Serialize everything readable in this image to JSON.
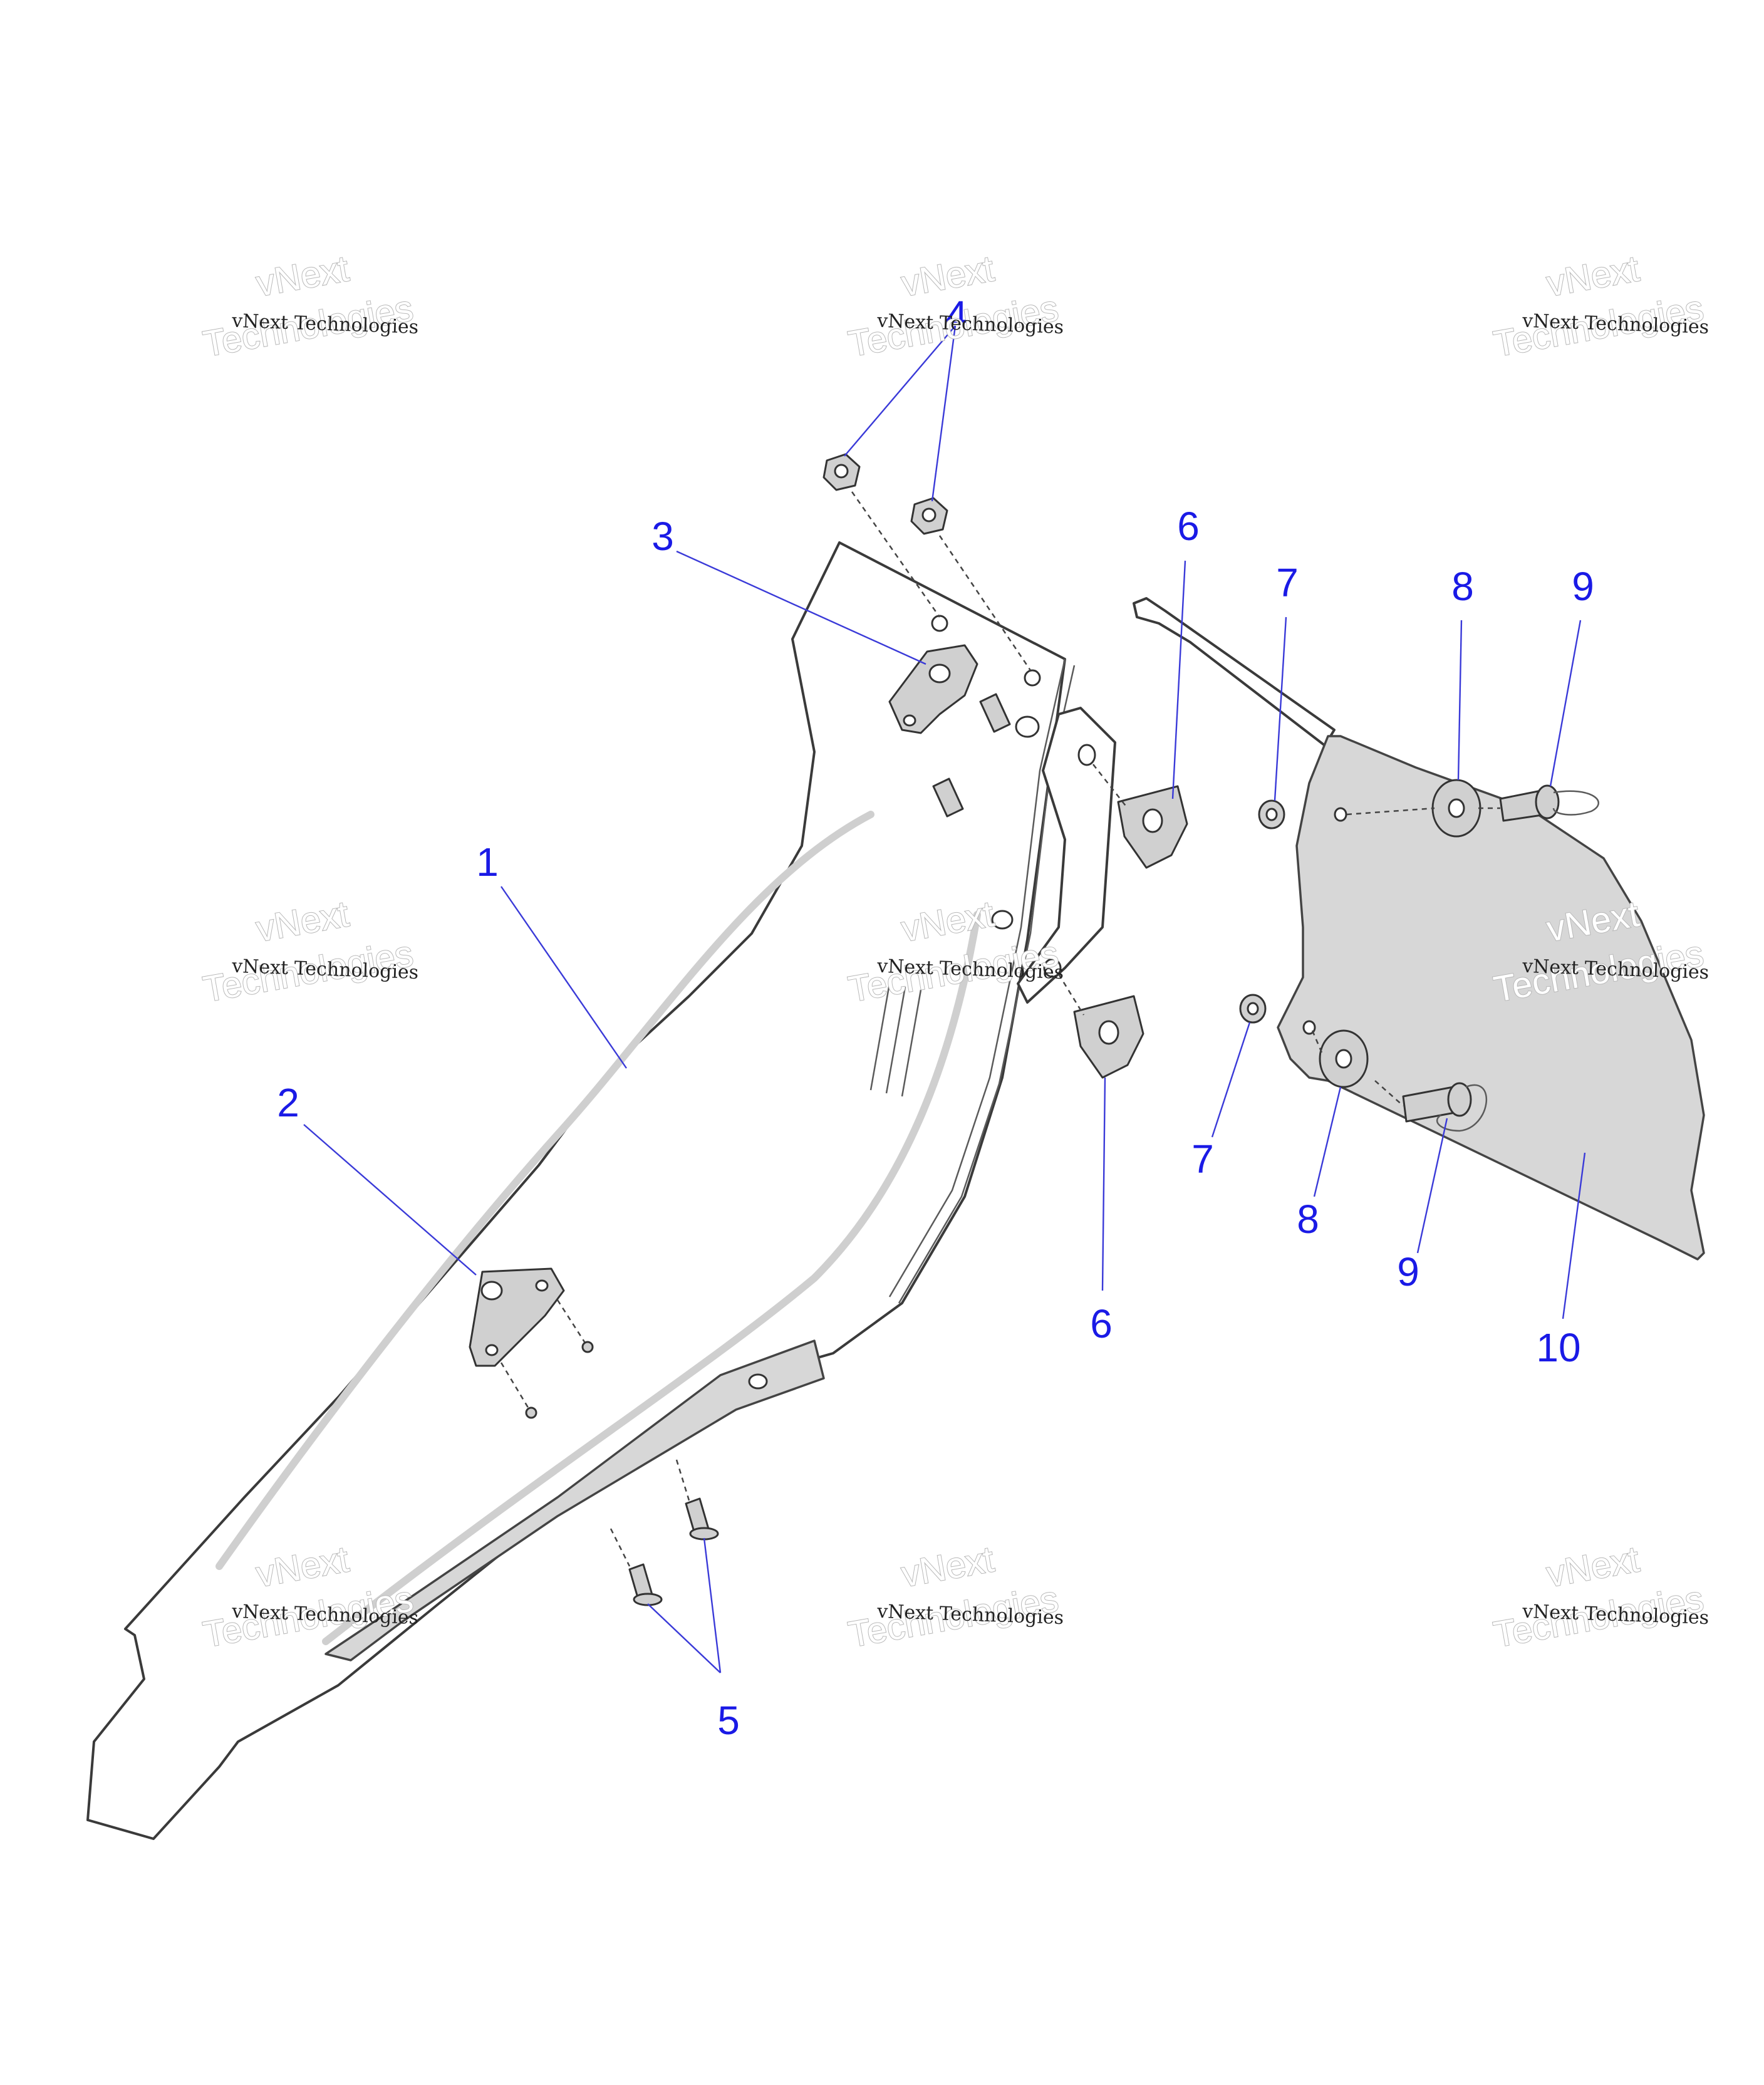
{
  "callouts": [
    {
      "id": "1",
      "text": "1"
    },
    {
      "id": "2",
      "text": "2"
    },
    {
      "id": "3",
      "text": "3"
    },
    {
      "id": "4",
      "text": "4"
    },
    {
      "id": "5",
      "text": "5"
    },
    {
      "id": "6a",
      "text": "6"
    },
    {
      "id": "6b",
      "text": "6"
    },
    {
      "id": "7a",
      "text": "7"
    },
    {
      "id": "7b",
      "text": "7"
    },
    {
      "id": "8a",
      "text": "8"
    },
    {
      "id": "8b",
      "text": "8"
    },
    {
      "id": "9a",
      "text": "9"
    },
    {
      "id": "9b",
      "text": "9"
    },
    {
      "id": "10",
      "text": "10"
    }
  ],
  "watermark": {
    "line_small": "vNext Technologies",
    "line_big_1": "vNext",
    "line_big_2": "Technologies"
  },
  "colors": {
    "callout": "#1a1ae6",
    "leader": "#3a3ad8",
    "part_fill": "#d0d0d0"
  }
}
